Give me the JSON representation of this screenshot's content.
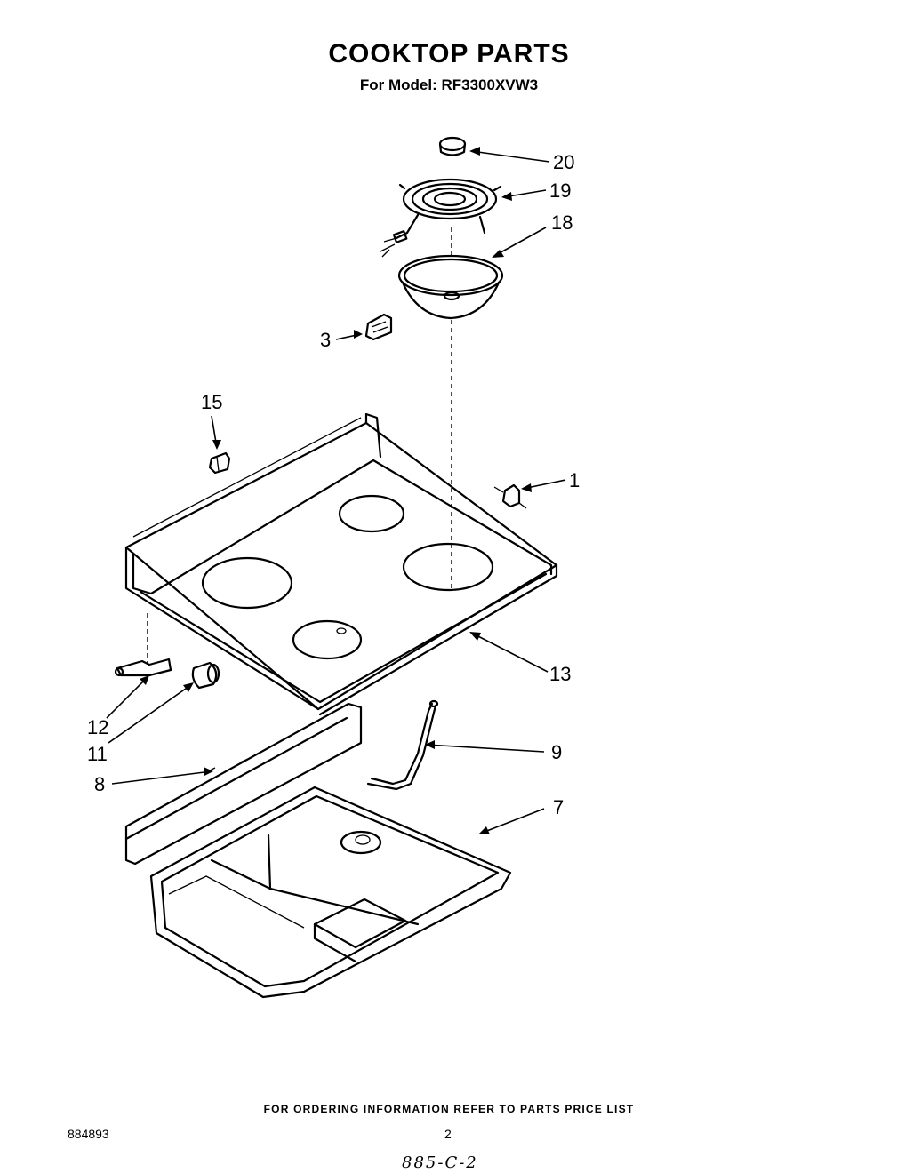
{
  "header": {
    "title": "COOKTOP PARTS",
    "subtitle": "For Model: RF3300XVW3"
  },
  "callouts": {
    "c20": "20",
    "c19": "19",
    "c18": "18",
    "c3": "3",
    "c15": "15",
    "c1": "1",
    "c13": "13",
    "c12": "12",
    "c11": "11",
    "c8": "8",
    "c9": "9",
    "c7": "7"
  },
  "footer": {
    "note": "FOR ORDERING INFORMATION REFER TO PARTS PRICE LIST",
    "doc_number": "884893",
    "page_number": "2",
    "handwritten": "885-C-2"
  }
}
